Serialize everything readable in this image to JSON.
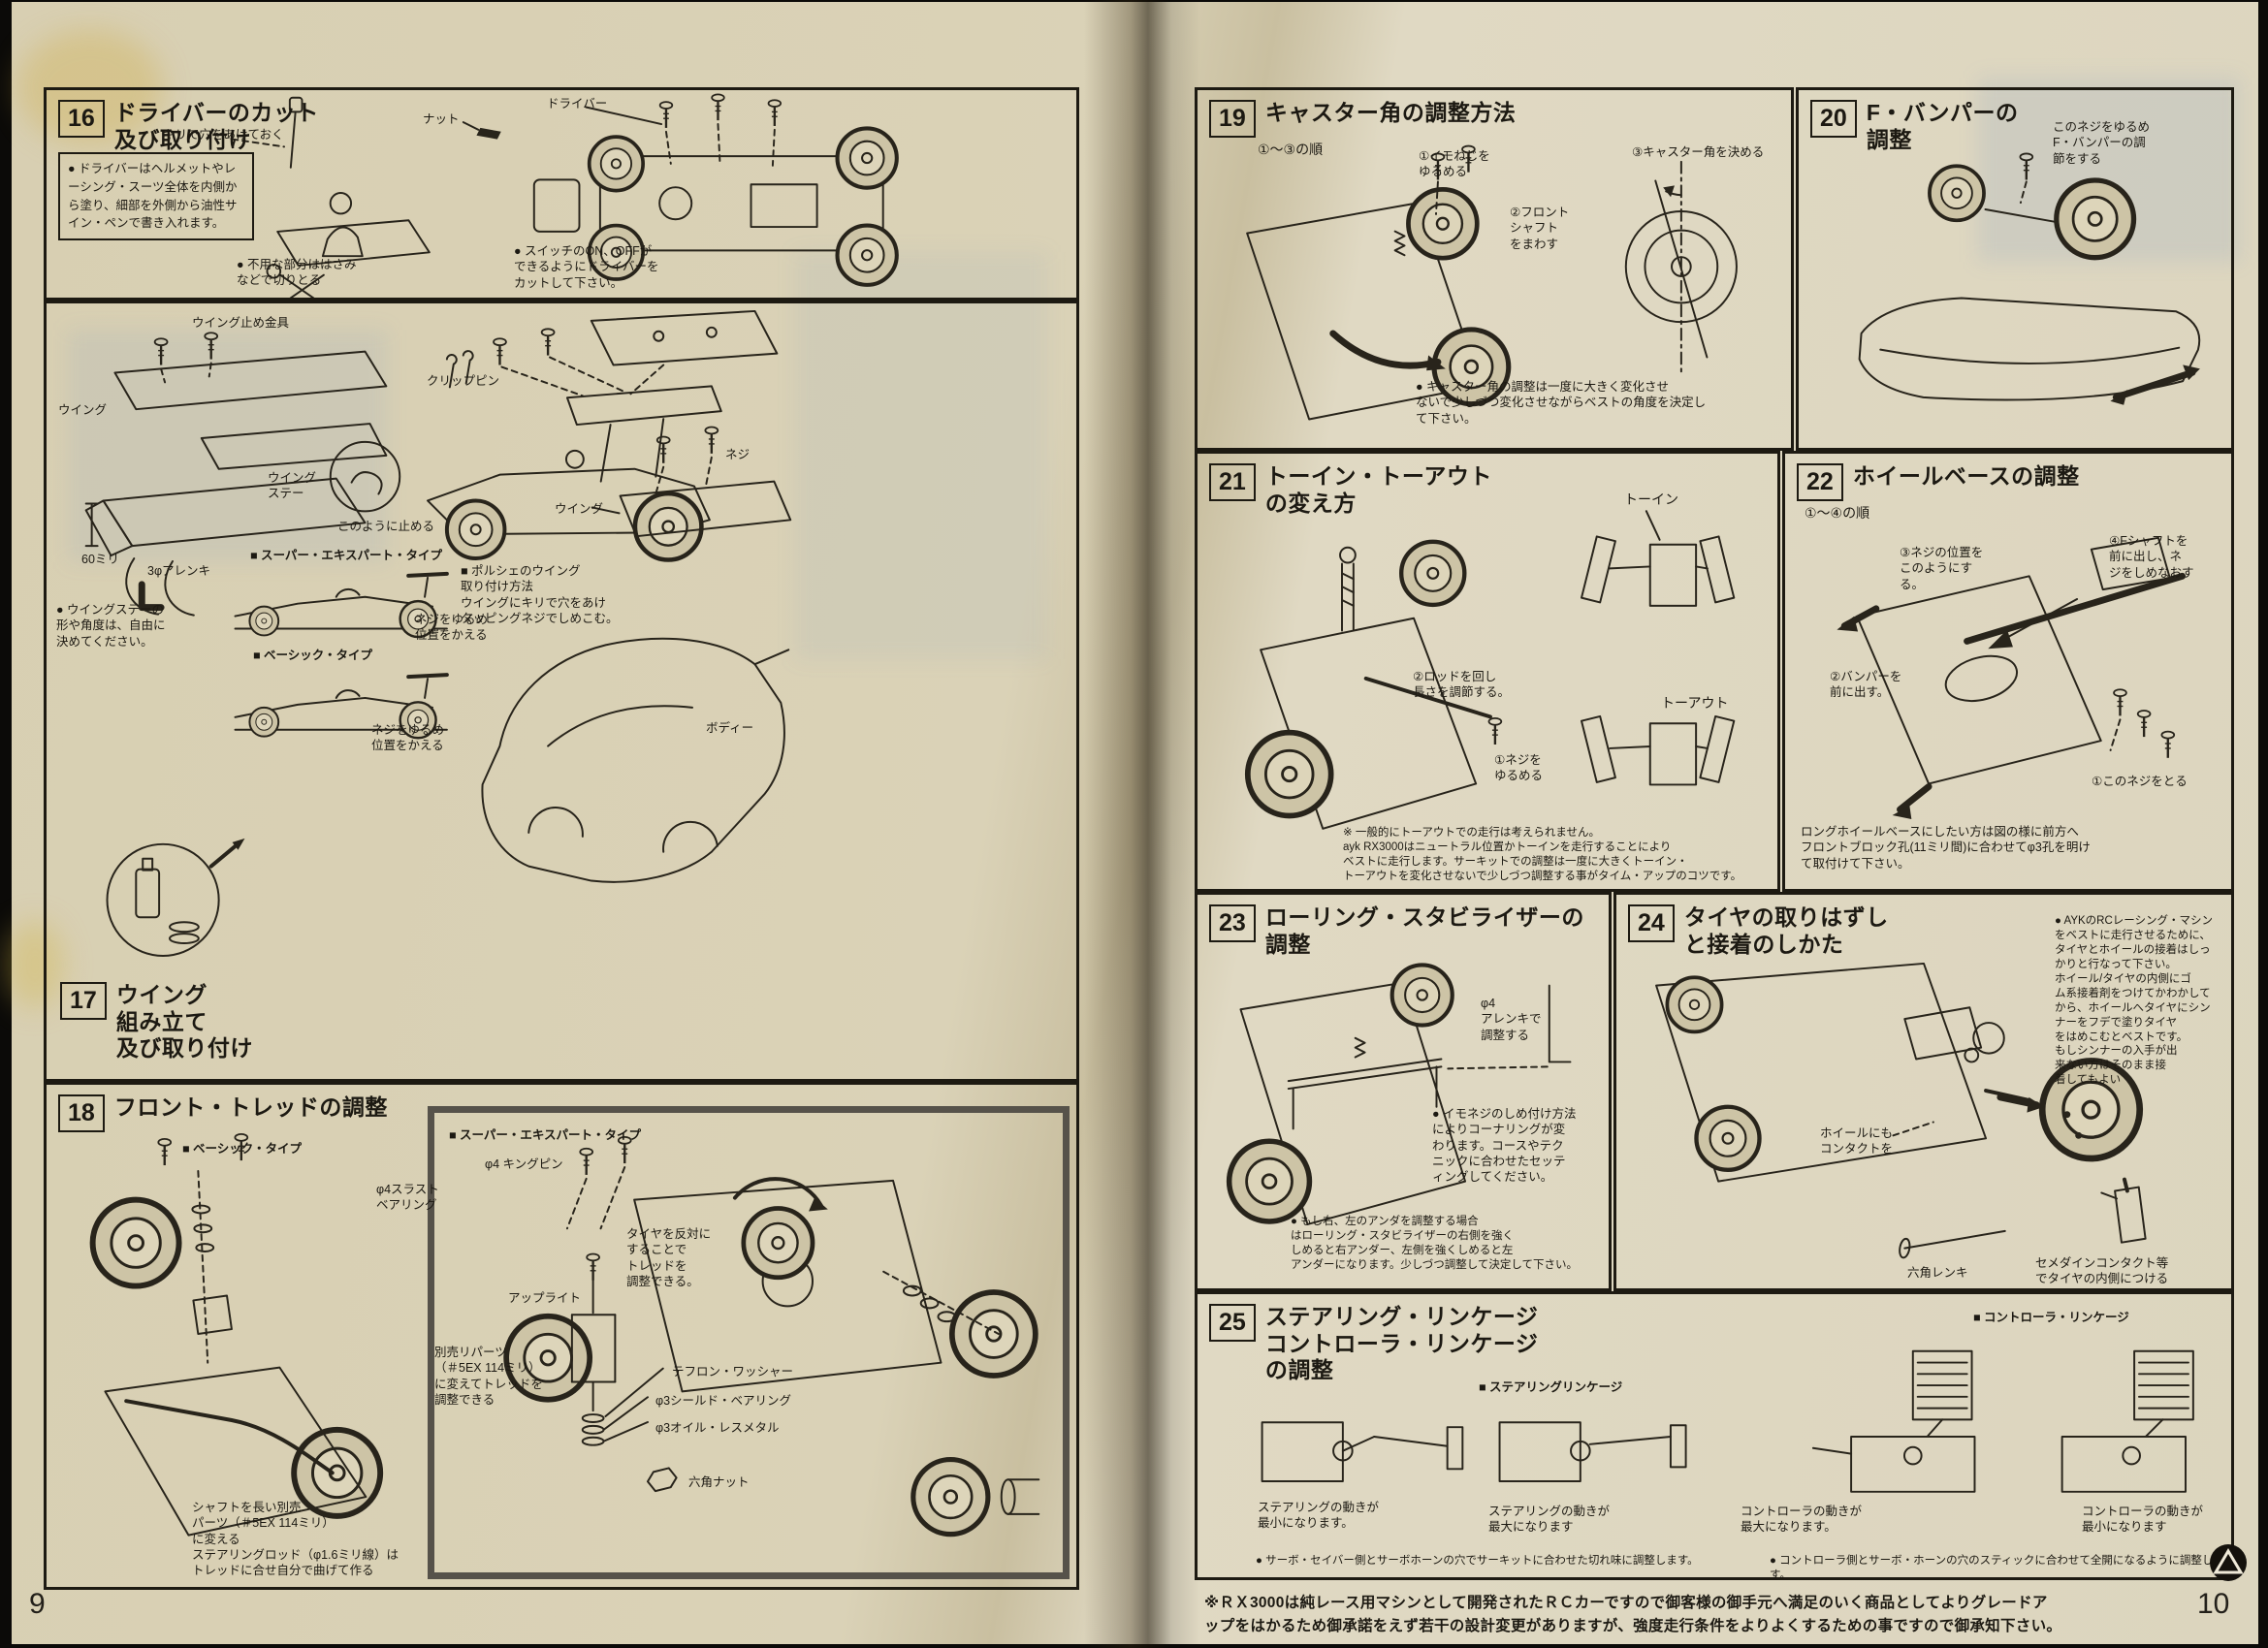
{
  "s16": {
    "num": "16",
    "title": "ドライバーのカット\n及び取り付け",
    "label_drill": "キリで穴をあけておく",
    "label_nut": "ナット",
    "label_driver": "ドライバー",
    "note_paint": "● ドライバーはヘルメットやレーシング・スーツ全体を内側から塗り、細部を外側から油性サイン・ペンで書き入れます。",
    "note_cut": "● 不用な部分ははさみ\nなどで切りとる",
    "note_switch": "● スイッチのON、OFFが\nできるようにドライバーを\nカットして下さい。"
  },
  "s17": {
    "num": "17",
    "title": "ウイング\n組み立て\n及び取り付け",
    "label_wing_stop": "ウイング止め金具",
    "label_wing": "ウイング",
    "label_wing_stay": "ウイング\nステー",
    "label_60mm": "60ミリ",
    "label_clip_pin": "クリップピン",
    "label_fasten": "このように止める",
    "label_screw": "ネジ",
    "label_wing2": "ウイング",
    "note_porsche": "■ ポルシェのウイング\n取り付け方法\nウイングにキリで穴をあけ\nタッピングネジでしめこむ。",
    "label_super": "■ スーパー・エキスパート・タイプ",
    "label_allen": "3φアレンキ",
    "note_stay": "● ウイングステーの\n形や角度は、自由に\n決めてください。",
    "label_basic": "■ ベーシック・タイプ",
    "label_screw_move1": "ネジをゆるめ\n位置をかえる",
    "label_screw_move2": "ネジをゆるめ\n位置をかえる",
    "label_body": "ボディー"
  },
  "s18": {
    "num": "18",
    "title": "フロント・トレッドの調整",
    "label_basic": "■ ベーシック・タイプ",
    "label_super": "■ スーパー・エキスパート・タイプ",
    "label_kingpin": "φ4 キングピン",
    "label_thrust": "φ4スラスト\nベアリング",
    "label_upright": "アップライト",
    "note_tire": "タイヤを反対に\nすることで\nトレッドを\n調整できる。",
    "label_teflon": "テフロン・ワッシャー",
    "label_shield": "φ3シールド・ベアリング",
    "label_oilless": "φ3オイル・レスメタル",
    "label_hexnut": "六角ナット",
    "note_shaft": "シャフトを長い別売\nパーツ（＃5EX 114ミリ）\nに変える\nステアリングロッド（φ1.6ミリ線）は\nトレッドに合せ自分で曲げて作る",
    "note_option": "別売リパーツ\n（＃5EX 114ミリ）\nに変えてトレッドを\n調整できる"
  },
  "s19": {
    "num": "19",
    "title": "キャスター角の調整方法",
    "order": "①～③の順",
    "step1": "①イモねじを\nゆるめる",
    "step2": "②フロント\nシャフト\nをまわす",
    "step3": "③キャスター角を決める",
    "note": "● キャスター角の調整は一度に大きく変化させ\nないで少しづつ変化させながらベストの角度を決定し\nて下さい。"
  },
  "s20": {
    "num": "20",
    "title": "F・バンパーの\n調整",
    "note": "このネジをゆるめ\nF・バンパーの調\n節をする"
  },
  "s21": {
    "num": "21",
    "title": "トーイン・トーアウト\nの変え方",
    "label_toein": "トーイン",
    "step2": "②ロッドを回し\n長さを調節する。",
    "label_toeout": "トーアウト",
    "step1": "①ネジを\nゆるめる",
    "note": "※ 一般的にトーアウトでの走行は考えられません。\nayk RX3000はニュートラル位置かトーインを走行することにより\nベストに走行します。サーキットでの調整は一度に大きくトーイン・\nトーアウトを変化させないで少しづつ調整する事がタイム・アップのコツです。"
  },
  "s22": {
    "num": "22",
    "title": "ホイールベースの調整",
    "order": "①～④の順",
    "step3": "③ネジの位置を\nこのようにす\nる。",
    "step4": "④Fシャフトを\n前に出し、ネ\nジをしめなおす",
    "step2": "②バンパーを\n前に出す。",
    "step1": "①このネジをとる",
    "note": "ロングホイールベースにしたい方は図の様に前方へ\nフロントブロック孔(11ミリ間)に合わせてφ3孔を明け\nて取付けて下さい。"
  },
  "s23": {
    "num": "23",
    "title": "ローリング・スタビライザーの\n調整",
    "label_allen": "φ4\nアレンキで\n調整する",
    "note1": "● イモネジのしめ付け方法\nによりコーナリングが変\nわります。コースやテク\nニックに合わせたセッテ\nィングしてください。",
    "note2": "● もし右、左のアンダを調整する場合\nはローリング・スタビライザーの右側を強く\nしめると右アンダー、左側を強くしめると左\nアンダーになります。少しづつ調整して決定して下さい。"
  },
  "s24": {
    "num": "24",
    "title": "タイヤの取りはずし\nと接着のしかた",
    "note_main": "● AYKのRCレーシング・マシン\nをベストに走行させるために、\nタイヤとホイールの接着はしっ\nかりと行なって下さい。\nホイール/タイヤの内側にゴ\nム系接着剤をつけてかわかして\nから、ホイールへタイヤにシン\nナーをフデで塗りタイヤ\nをはめこむとベストです。\nもしシンナーの入手が出\n来ない方はそのまま接\n着してもよい",
    "label_wheel_contact": "ホイールにも\nコンタクトを",
    "label_hex": "六角レンキ",
    "label_cement": "セメダインコンタクト等\nでタイヤの内側につける"
  },
  "s25": {
    "num": "25",
    "title": "ステアリング・リンケージ\nコントローラ・リンケージ\nの調整",
    "head_steering": "■ ステアリングリンケージ",
    "head_controller": "■ コントローラ・リンケージ",
    "cap_steer_min": "ステアリングの動きが\n最小になります。",
    "cap_steer_max": "ステアリングの動きが\n最大になります",
    "cap_ctrl_max": "コントローラの動きが\n最大になります。",
    "cap_ctrl_min": "コントローラの動きが\n最小になります",
    "note_servo": "● サーボ・セイバー側とサーボホーンの穴でサーキットに合わせた切れ味に調整します。",
    "note_ctrl": "● コントローラ側とサーボ・ホーンの穴のスティックに合わせて全開になるように調整します。"
  },
  "footer": {
    "caution": "※ＲＸ3000は純レース用マシンとして開発されたＲＣカーですので御客様の御手元へ満足のいく商品としてよりグレードア\nップをはかるため御承諾をえず若干の設計変更がありますが、強度走行条件をよりよくするための事ですので御承知下さい。",
    "page_left": "9",
    "page_right": "10",
    "logo_icon": "ayk-triangle-logo"
  }
}
